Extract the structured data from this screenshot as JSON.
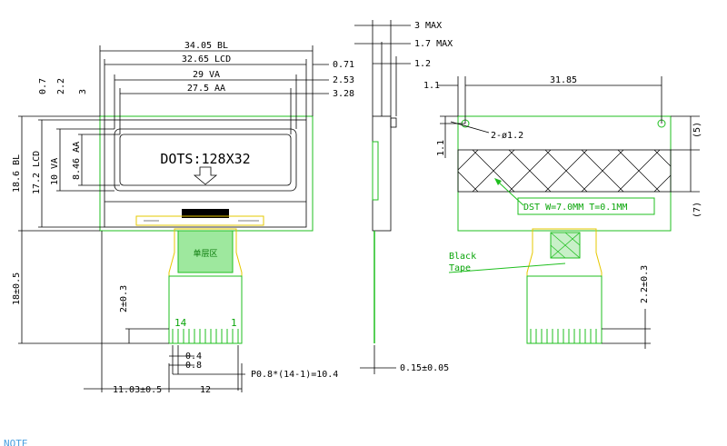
{
  "front": {
    "dims_top": [
      "34.05 BL",
      "32.65 LCD",
      "29 VA",
      "27.5 AA"
    ],
    "dims_right": [
      "0.71",
      "2.53",
      "3.28"
    ],
    "dims_left_top": [
      "0.7",
      "2.2",
      "3"
    ],
    "dims_left_v": [
      "18.6 BL",
      "17.2 LCD",
      "10 VA",
      "8.46 AA"
    ],
    "dots_label": "DOTS:128X32",
    "fpc_marks": [
      "14",
      "1"
    ],
    "fpc_chinese": "单层区",
    "dim_fpc_len": "18±0.5",
    "dim_fpc_tab": "2±0.3",
    "dims_bottom": [
      "0.4",
      "0.8",
      "P0.8*(14-1)=10.4",
      "11.03±0.5",
      "12"
    ]
  },
  "side": {
    "dims": [
      "3 MAX",
      "1.7 MAX",
      "1.2",
      "0.15±0.05"
    ]
  },
  "back": {
    "dims_top": [
      "1.1",
      "31.85"
    ],
    "dims_left": [
      "1.1"
    ],
    "hole_label": "2-ø1.2",
    "dims_right": [
      "(5)",
      "(7)",
      "2.2±0.3"
    ],
    "dst_label": "DST W=7.0MM T=0.1MM",
    "black_tape": [
      "Black",
      "Tape"
    ]
  },
  "footer": {
    "note": "NOTE"
  }
}
